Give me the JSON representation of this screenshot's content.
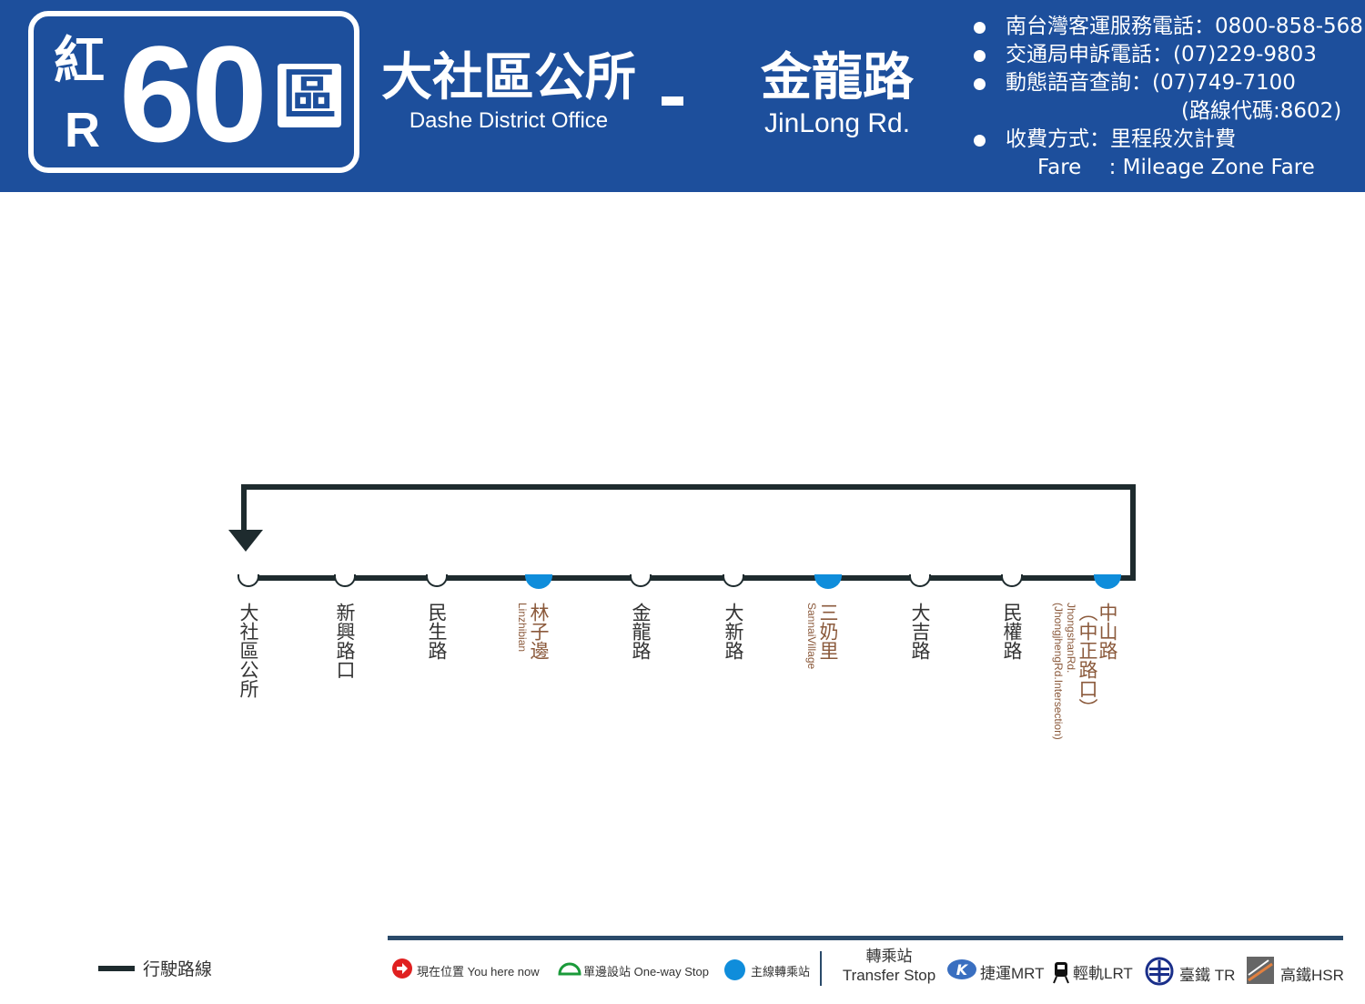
{
  "header": {
    "route_prefix": "紅",
    "route_letter": "R",
    "route_number": "60",
    "route_suffix": "區",
    "origin_zh": "大社區公所",
    "origin_en": "Dashe District Office",
    "dest_zh": "金龍路",
    "dest_en": "JinLong Rd.",
    "info": [
      "南台灣客運服務電話：0800-858-568",
      "交通局申訴電話：(07)229-9803",
      "動態語音查詢：(07)749-7100",
      "(路線代碼:8602)",
      "收費方式：里程段次計費",
      "Fare　 : Mileage Zone Fare"
    ]
  },
  "stops": [
    {
      "zh": "大社區公所",
      "en": "",
      "transfer": false
    },
    {
      "zh": "新興路口",
      "en": "",
      "transfer": false
    },
    {
      "zh": "民生路",
      "en": "",
      "transfer": false
    },
    {
      "zh": "林子邊",
      "en": "Linzhibian",
      "transfer": true
    },
    {
      "zh": "金龍路",
      "en": "",
      "transfer": false
    },
    {
      "zh": "大新路",
      "en": "",
      "transfer": false
    },
    {
      "zh": "三奶里",
      "en": "SannaiVillage",
      "transfer": true
    },
    {
      "zh": "大吉路",
      "en": "",
      "transfer": false
    },
    {
      "zh": "民權路",
      "en": "",
      "transfer": false
    },
    {
      "zh": "中山路",
      "zh2": "（中正路口）",
      "en": "JhongshanRd.",
      "en2": "(JhongjhengRd.Intersection)",
      "transfer": true
    }
  ],
  "legend": {
    "route_line": "行駛路線",
    "you_here": "現在位置 You here now",
    "one_way": "單邊設站 One-way Stop",
    "main_transfer": "主線轉乘站",
    "transfer_zh": "轉乘站",
    "transfer_en": "Transfer Stop",
    "mrt": "捷運MRT",
    "lrt": "輕軌LRT",
    "tr": "臺鐵 TR",
    "hsr": "高鐵HSR"
  },
  "colors": {
    "header": "#1d4f9c",
    "transfer": "#0f8ddb",
    "line": "#1e2b2e"
  }
}
